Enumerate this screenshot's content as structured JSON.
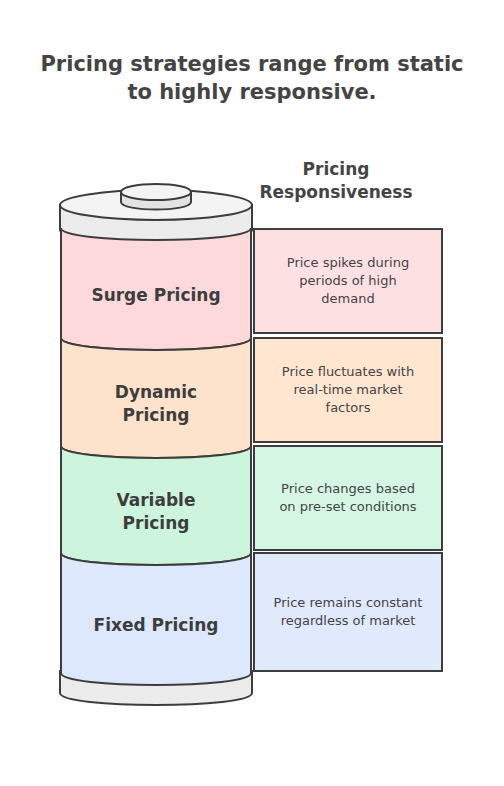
{
  "diagram": {
    "title": "Pricing strategies range from static to highly responsive.",
    "nodes": [
      {
        "text": [
          "Surge Pricing"
        ]
      },
      {
        "text": [
          "Price spikes during periods of high demand"
        ]
      },
      {
        "text": [
          "Dynamic Pricing"
        ]
      },
      {
        "text": [
          "Price fluctuates with real-time market factors"
        ]
      },
      {
        "text": [
          "Variable Pricing"
        ]
      },
      {
        "text": [
          "Price changes based on pre-set conditions"
        ]
      },
      {
        "text": [
          "Fixed Pricing"
        ]
      },
      {
        "text": [
          "Price remains constant regardless of market"
        ]
      }
    ],
    "labels": [
      "Pricing Responsiveness"
    ]
  }
}
